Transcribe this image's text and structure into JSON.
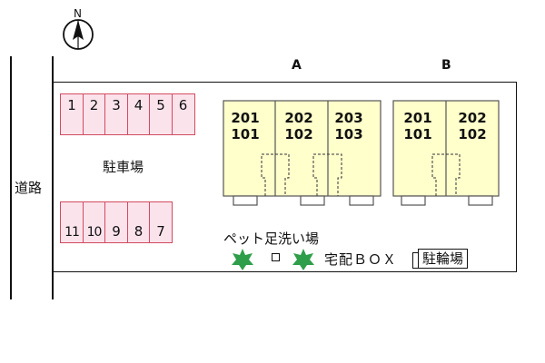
{
  "compass": {
    "label": "N"
  },
  "road": {
    "label": "道路"
  },
  "parking": {
    "label": "駐車場",
    "top_row": [
      "1",
      "2",
      "3",
      "4",
      "5",
      "6"
    ],
    "bottom_row": [
      "11",
      "10",
      "9",
      "8",
      "7"
    ]
  },
  "buildings": [
    {
      "name": "A",
      "units": [
        {
          "upper": "201",
          "lower": "101"
        },
        {
          "upper": "202",
          "lower": "102"
        },
        {
          "upper": "203",
          "lower": "103"
        }
      ]
    },
    {
      "name": "B",
      "units": [
        {
          "upper": "201",
          "lower": "101"
        },
        {
          "upper": "202",
          "lower": "102"
        }
      ]
    }
  ],
  "pet_wash": {
    "label": "ペット足洗い場"
  },
  "delivery_box": {
    "label": "宅配ＢＯＸ"
  },
  "bike_parking": {
    "label": "駐輪場"
  },
  "colors": {
    "parking_border": "#d34a60",
    "parking_fill": "#fbe3ec",
    "building_fill": "#ffffcc",
    "tree": "#2e9e4a"
  }
}
